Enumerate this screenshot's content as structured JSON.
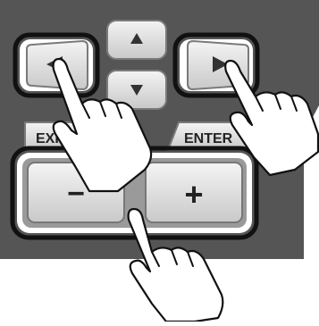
{
  "panel": {
    "background": "#555555",
    "button_face": "#e6e6e6",
    "outline_color": "#111111"
  },
  "buttons": {
    "up": {
      "icon": "triangle-up-icon"
    },
    "down": {
      "icon": "triangle-down-icon"
    },
    "left": {
      "icon": "triangle-left-icon"
    },
    "right": {
      "icon": "triangle-right-icon"
    },
    "exit_label": "EXIT",
    "enter_label": "ENTER",
    "minus_label": "−",
    "plus_label": "+"
  },
  "hands": [
    {
      "name": "finger-left",
      "icon": "pointing-hand-icon"
    },
    {
      "name": "finger-right",
      "icon": "pointing-hand-icon"
    },
    {
      "name": "finger-bottom",
      "icon": "pointing-hand-icon"
    }
  ]
}
